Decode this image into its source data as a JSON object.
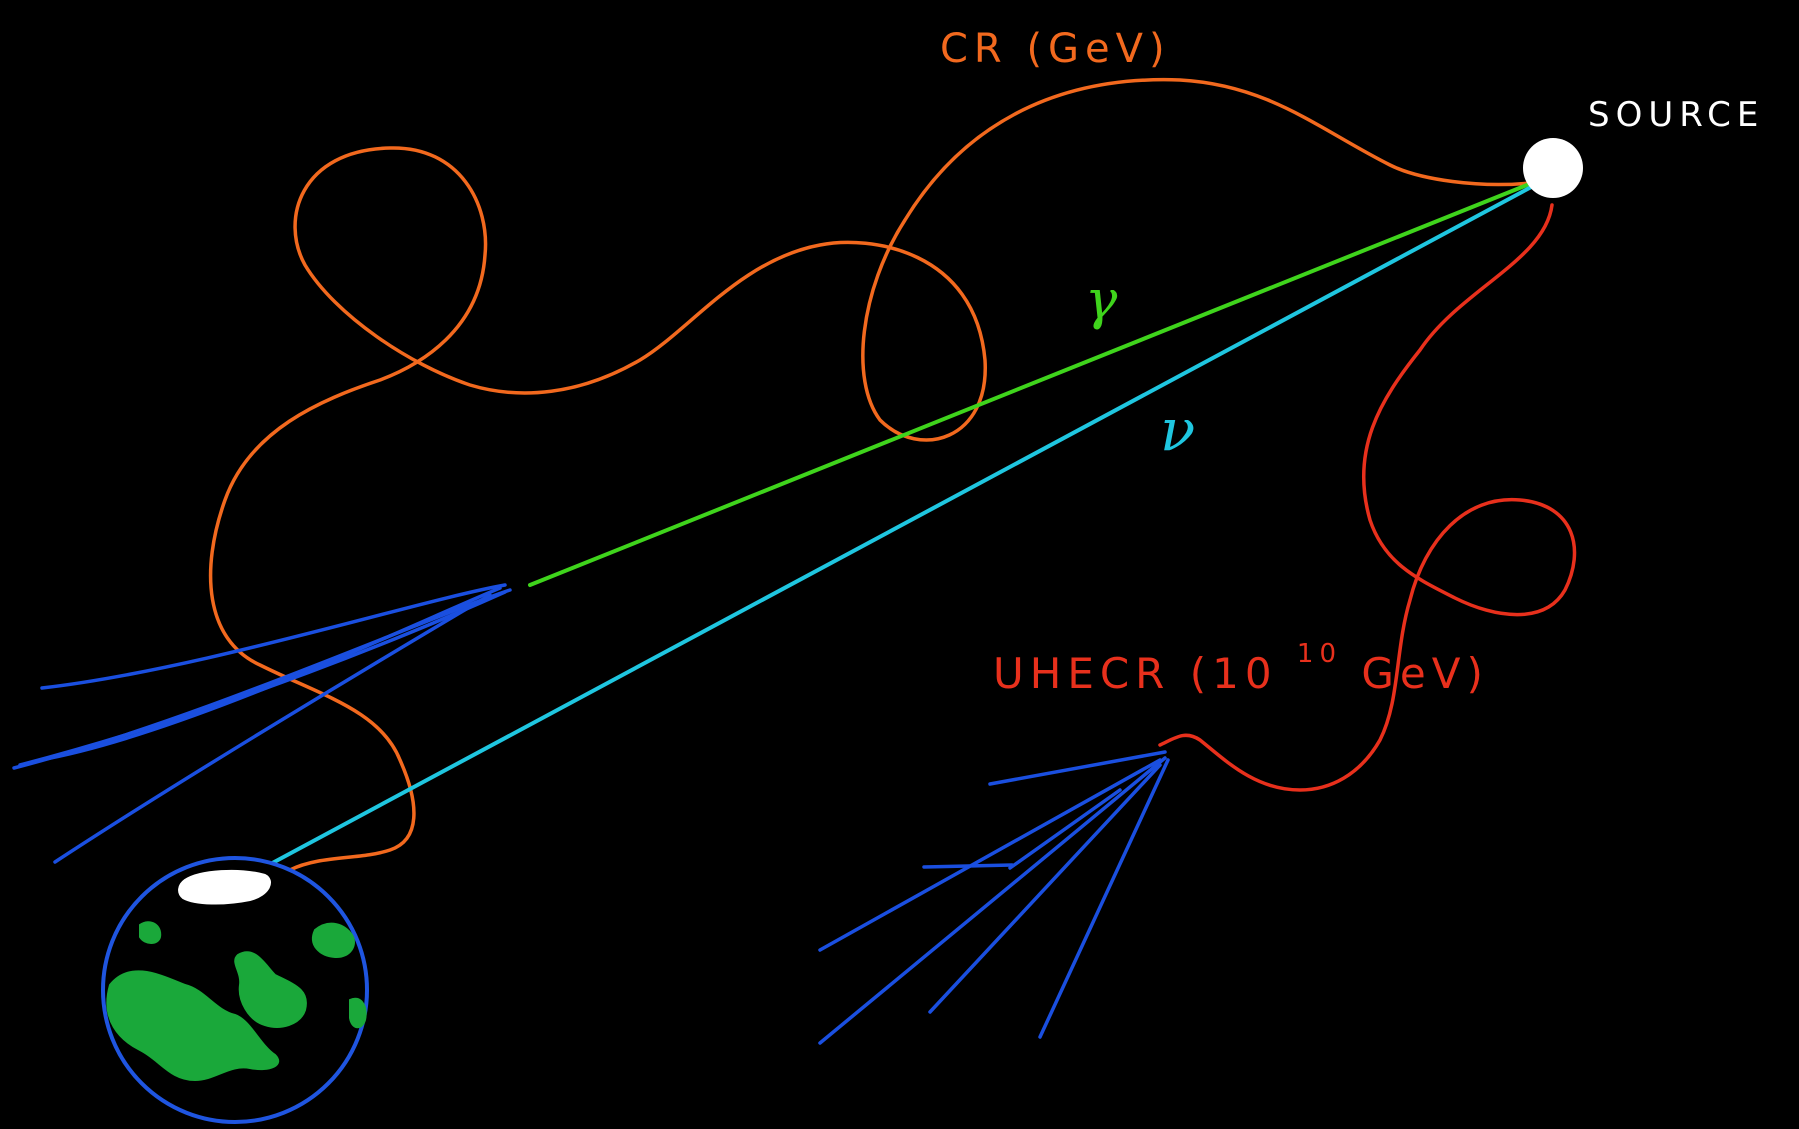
{
  "labels": {
    "source": "SOURCE",
    "cr": "CR (GeV)",
    "uhecr_prefix": "UHECR (10",
    "uhecr_exp": "10",
    "uhecr_suffix": " GeV)",
    "gamma": "γ",
    "nu": "ν"
  },
  "colors": {
    "background": "#000000",
    "cr": "#f2691e",
    "uhecr": "#e8301c",
    "gamma": "#3fd41c",
    "neutrino": "#1fc6e0",
    "shower": "#1a4fe0",
    "earth_outline": "#1f55e0",
    "land": "#1aa83a",
    "source": "#ffffff"
  }
}
